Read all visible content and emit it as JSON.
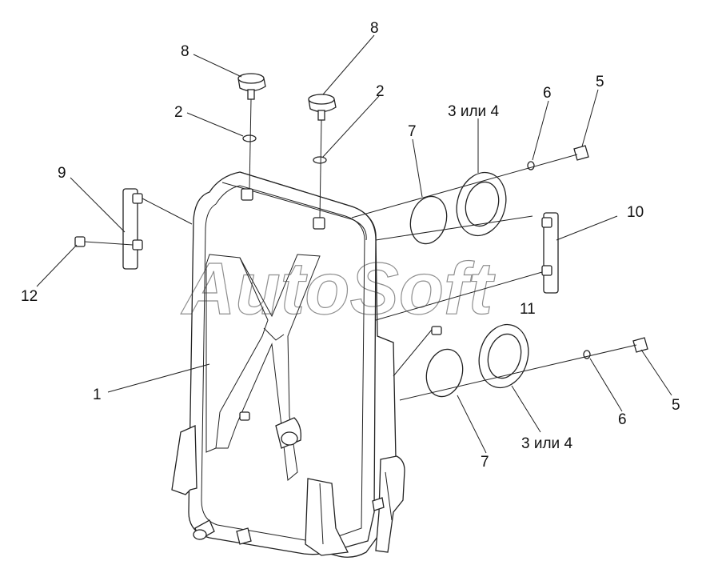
{
  "watermark": "AutoSoft",
  "callouts": [
    {
      "id": "c1",
      "text": "1"
    },
    {
      "id": "c2a",
      "text": "2"
    },
    {
      "id": "c2b",
      "text": "2"
    },
    {
      "id": "c3a",
      "text": "3 или 4"
    },
    {
      "id": "c3b",
      "text": "3 или 4"
    },
    {
      "id": "c5a",
      "text": "5"
    },
    {
      "id": "c5b",
      "text": "5"
    },
    {
      "id": "c6a",
      "text": "6"
    },
    {
      "id": "c6b",
      "text": "6"
    },
    {
      "id": "c7a",
      "text": "7"
    },
    {
      "id": "c7b",
      "text": "7"
    },
    {
      "id": "c8a",
      "text": "8"
    },
    {
      "id": "c8b",
      "text": "8"
    },
    {
      "id": "c9",
      "text": "9"
    },
    {
      "id": "c10",
      "text": "10"
    },
    {
      "id": "c11",
      "text": "11"
    },
    {
      "id": "c12",
      "text": "12"
    }
  ]
}
